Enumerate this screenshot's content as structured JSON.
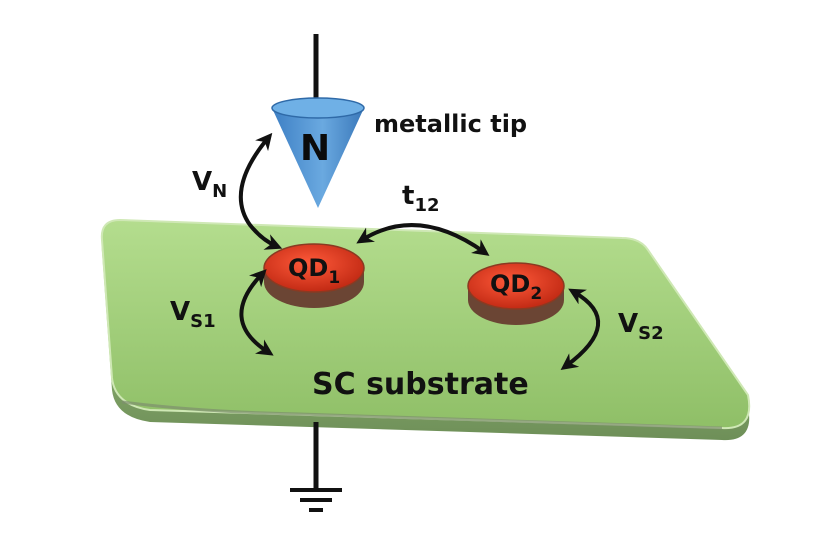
{
  "labels": {
    "tip_letter": "N",
    "tip_caption": "metallic tip",
    "coupling_tip": {
      "main": "V",
      "sub": "N"
    },
    "coupling_dots": {
      "main": "t",
      "sub": "12"
    },
    "dot1": {
      "main": "QD",
      "sub": "1"
    },
    "dot2": {
      "main": "QD",
      "sub": "2"
    },
    "coupling_s1": {
      "main": "V",
      "sub": "S1"
    },
    "coupling_s2": {
      "main": "V",
      "sub": "S2"
    },
    "substrate": "SC substrate"
  },
  "colors": {
    "substrate": "#9ccc72",
    "substrate_edge": "#7aa857",
    "tip": "#5b9bd5",
    "dot": "#d9381e",
    "dot_rim": "#7a4a35",
    "ink": "#111111"
  }
}
